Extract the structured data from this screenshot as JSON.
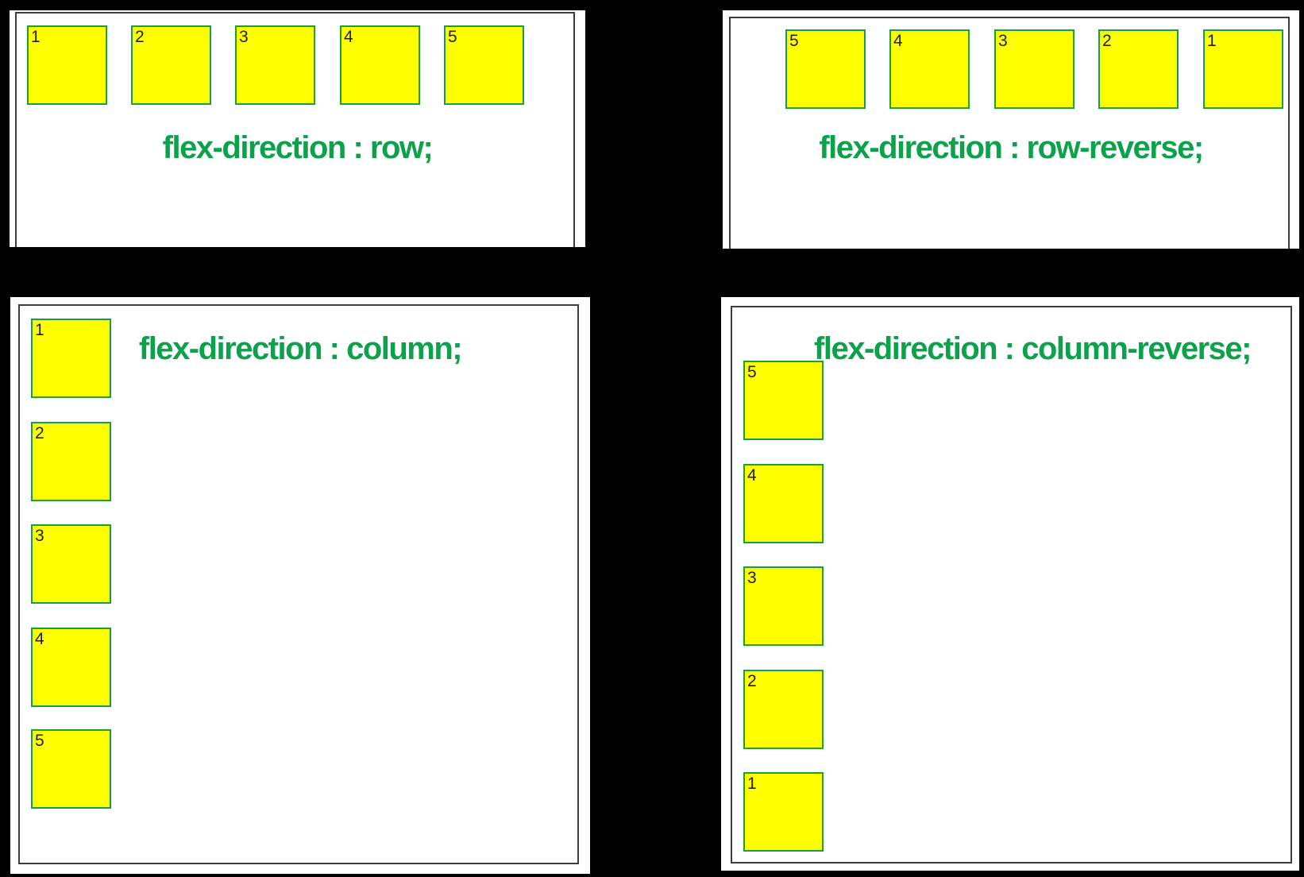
{
  "figure": {
    "title_visible": false,
    "panels": [
      {
        "name": "flex-direction-row",
        "label": "flex-direction : row;",
        "boxes": [
          "1",
          "2",
          "3",
          "4",
          "5"
        ]
      },
      {
        "name": "flex-direction-row-reverse",
        "label": "flex-direction : row-reverse;",
        "boxes": [
          "5",
          "4",
          "3",
          "2",
          "1"
        ]
      },
      {
        "name": "flex-direction-column",
        "label": "flex-direction : column;",
        "boxes": [
          "1",
          "2",
          "3",
          "4",
          "5"
        ]
      },
      {
        "name": "flex-direction-column-reverse",
        "label": "flex-direction : column-reverse;",
        "boxes": [
          "5",
          "4",
          "3",
          "2",
          "1"
        ]
      }
    ],
    "colors": {
      "background": "#000000",
      "panel_background": "#ffffff",
      "panel_border": "#3c3c3c",
      "item_fill": "#ffff00",
      "item_border": "#17a03c",
      "item_number_text": "#222222",
      "label_text": "#0ca24c"
    }
  }
}
